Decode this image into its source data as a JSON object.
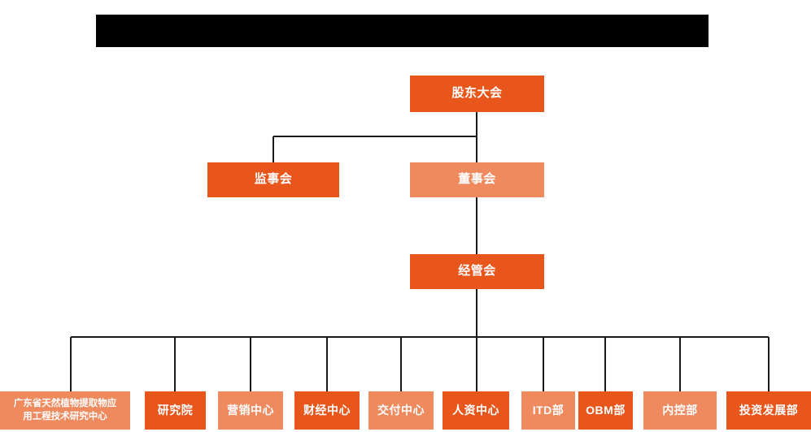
{
  "page": {
    "background_color": "#FFFFFF",
    "title_banner": {
      "label": "",
      "redacted": true,
      "color": "#000000"
    }
  },
  "palette": {
    "dark_orange": "#E9561C",
    "light_salmon": "#EF8A5E",
    "connector_line": "#1A1A1A",
    "node_text": "#FFFFFF"
  },
  "chart_data": {
    "type": "diagram",
    "diagram_type": "organization-chart",
    "title": "",
    "levels": [
      {
        "level": 1,
        "nodes": [
          {
            "id": "shareholders",
            "label": "股东大会",
            "fill": "#E9561C"
          }
        ]
      },
      {
        "level": 2,
        "nodes": [
          {
            "id": "supervisory",
            "label": "监事会",
            "fill": "#E9561C"
          },
          {
            "id": "board",
            "label": "董事会",
            "fill": "#EF8A5E"
          }
        ]
      },
      {
        "level": 3,
        "nodes": [
          {
            "id": "management",
            "label": "经管会",
            "fill": "#E9561C"
          }
        ]
      },
      {
        "level": 4,
        "nodes": [
          {
            "id": "research-center",
            "label": "广东省天然植物提取物应用工程技术研究中心",
            "label_line1": "广东省天然植物提取物应",
            "label_line2": "用工程技术研究中心",
            "fill": "#EF8A5E"
          },
          {
            "id": "institute",
            "label": "研究院",
            "fill": "#E9561C"
          },
          {
            "id": "marketing-center",
            "label": "营销中心",
            "fill": "#EF8A5E"
          },
          {
            "id": "finance-center",
            "label": "财经中心",
            "fill": "#E9561C"
          },
          {
            "id": "delivery-center",
            "label": "交付中心",
            "fill": "#EF8A5E"
          },
          {
            "id": "hr-center",
            "label": "人资中心",
            "fill": "#E9561C"
          },
          {
            "id": "itd-dept",
            "label": "ITD部",
            "fill": "#EF8A5E"
          },
          {
            "id": "obm-dept",
            "label": "OBM部",
            "fill": "#E9561C"
          },
          {
            "id": "internal-control-dept",
            "label": "内控部",
            "fill": "#EF8A5E"
          },
          {
            "id": "investment-dev-dept",
            "label": "投资发展部",
            "fill": "#E9561C"
          }
        ]
      }
    ],
    "edges": [
      {
        "from": "shareholders",
        "to": "supervisory"
      },
      {
        "from": "shareholders",
        "to": "board"
      },
      {
        "from": "board",
        "to": "management"
      },
      {
        "from": "management",
        "to": "research-center"
      },
      {
        "from": "management",
        "to": "institute"
      },
      {
        "from": "management",
        "to": "marketing-center"
      },
      {
        "from": "management",
        "to": "finance-center"
      },
      {
        "from": "management",
        "to": "delivery-center"
      },
      {
        "from": "management",
        "to": "hr-center"
      },
      {
        "from": "management",
        "to": "itd-dept"
      },
      {
        "from": "management",
        "to": "obm-dept"
      },
      {
        "from": "management",
        "to": "internal-control-dept"
      },
      {
        "from": "management",
        "to": "investment-dev-dept"
      }
    ]
  }
}
